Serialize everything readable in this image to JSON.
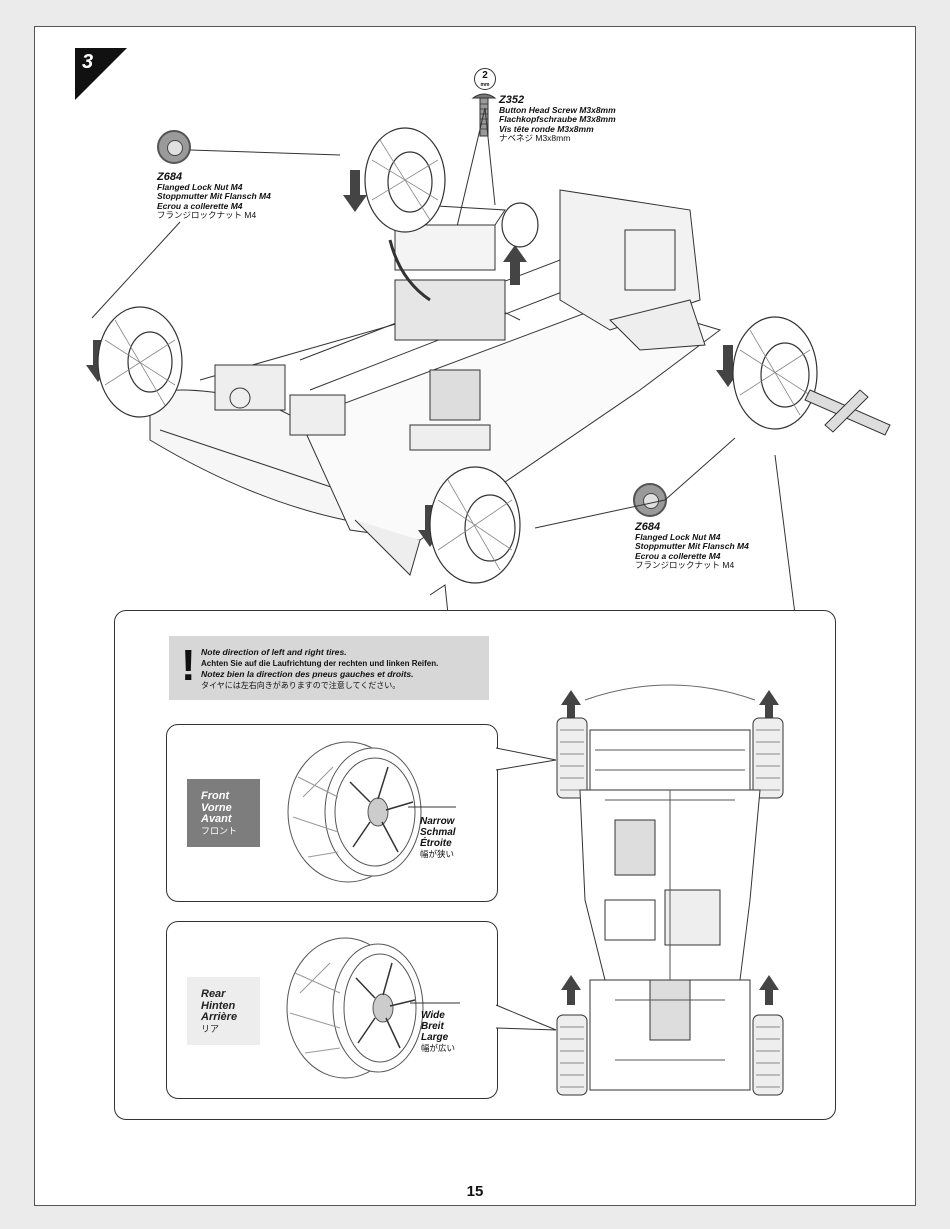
{
  "step": {
    "number": "3"
  },
  "tool": {
    "size": "2",
    "unit": "mm"
  },
  "parts": {
    "screw": {
      "code": "Z352",
      "en": "Button Head Screw M3x8mm",
      "de": "Flachkopfschraube M3x8mm",
      "fr": "Vis tête ronde M3x8mm",
      "jp": "ナベネジ M3x8mm"
    },
    "nut_top": {
      "code": "Z684",
      "en": "Flanged Lock Nut M4",
      "de": "Stoppmutter Mit Flansch M4",
      "fr": "Ecrou a collerette M4",
      "jp": "フランジロックナット M4"
    },
    "nut_right": {
      "code": "Z684",
      "en": "Flanged Lock Nut M4",
      "de": "Stoppmutter Mit Flansch M4",
      "fr": "Ecrou a collerette M4",
      "jp": "フランジロックナット M4"
    }
  },
  "warning": {
    "mark": "!",
    "en": "Note direction of left and right tires.",
    "de": "Achten Sie auf die Laufrichtung der rechten und linken Reifen.",
    "fr": "Notez bien la direction des pneus gauches et droits.",
    "jp": "タイヤには左右向きがありますので注意してください。"
  },
  "front": {
    "en": "Front",
    "de": "Vorne",
    "fr": "Avant",
    "jp": "フロント",
    "width_en": "Narrow",
    "width_de": "Schmal",
    "width_fr": "Étroite",
    "width_jp": "幅が狭い"
  },
  "rear": {
    "en": "Rear",
    "de": "Hinten",
    "fr": "Arrière",
    "jp": "リア",
    "width_en": "Wide",
    "width_de": "Breit",
    "width_fr": "Large",
    "width_jp": "幅が広い"
  },
  "page": {
    "number": "15"
  }
}
